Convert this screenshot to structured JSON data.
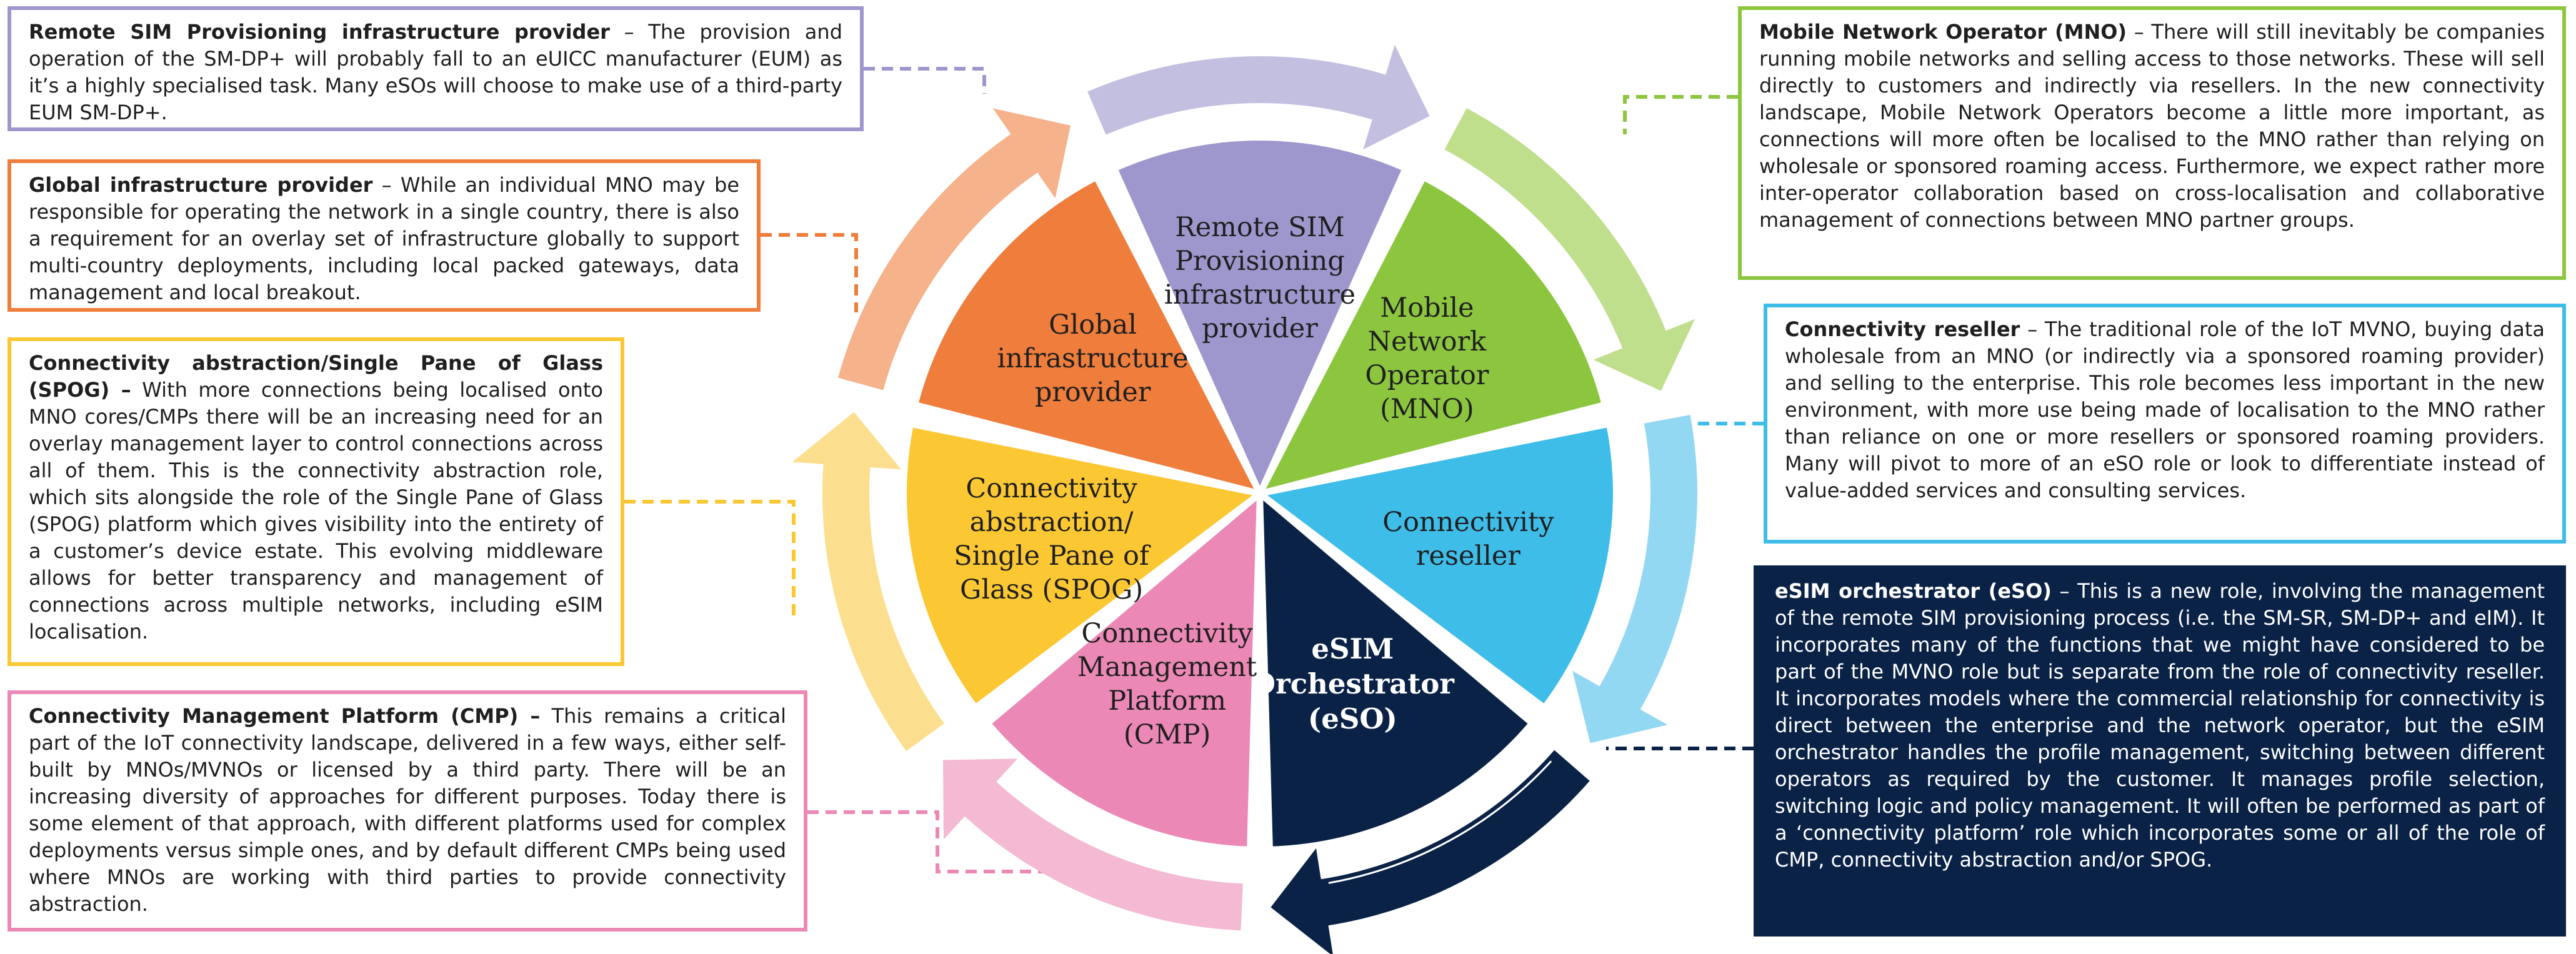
{
  "segments": [
    {
      "id": "rsp",
      "label": [
        "Remote SIM",
        "Provisioning",
        "infrastructure",
        "provider"
      ],
      "fill": "#9e97cd",
      "arrow": "#c3bfe0",
      "text": "#1f1f1f",
      "bold": false
    },
    {
      "id": "mno",
      "label": [
        "Mobile",
        "Network",
        "Operator",
        "(MNO)"
      ],
      "fill": "#8cc63f",
      "arrow": "#bfdf8c",
      "text": "#1f1f1f",
      "bold": false
    },
    {
      "id": "reseller",
      "label": [
        "Connectivity",
        "reseller"
      ],
      "fill": "#3fbde9",
      "arrow": "#93d8f3",
      "text": "#1f1f1f",
      "bold": false
    },
    {
      "id": "eso",
      "label": [
        "eSIM",
        "Orchestrator",
        "(eSO)"
      ],
      "fill": "#0b2247",
      "arrow": "#0b2247",
      "text": "#ffffff",
      "bold": true
    },
    {
      "id": "cmp",
      "label": [
        "Connectivity",
        "Management",
        "Platform",
        "(CMP)"
      ],
      "fill": "#ec88b6",
      "arrow": "#f4b9d3",
      "text": "#1f1f1f",
      "bold": false
    },
    {
      "id": "spog",
      "label": [
        "Connectivity",
        "abstraction/",
        "Single Pane of",
        "Glass (SPOG)"
      ],
      "fill": "#fbc733",
      "arrow": "#fcdf8e",
      "text": "#1f1f1f",
      "bold": false
    },
    {
      "id": "global",
      "label": [
        "Global",
        "infrastructure",
        "provider"
      ],
      "fill": "#ef7d3c",
      "arrow": "#f5b28b",
      "text": "#1f1f1f",
      "bold": false
    }
  ],
  "boxes": {
    "rsp": {
      "title": "Remote SIM Provisioning infrastructure provider",
      "body": " – The provision and operation of the SM-DP+ will probably fall to an eUICC manufacturer (EUM) as it’s a highly specialised task. Many eSOs will choose to make use of a third-party EUM SM-DP+.",
      "border": "#9e97cd"
    },
    "global": {
      "title": "Global infrastructure provider",
      "body": " – While an individual MNO may be responsible for operating the network in a single country, there is also a requirement for an overlay set of infrastructure globally to support multi-country deployments, including local packed gateways, data management and local breakout.",
      "border": "#ef7d3c"
    },
    "spog": {
      "title": "Connectivity abstraction/Single Pane of Glass (SPOG) –",
      "body": " With more connections being localised onto MNO cores/CMPs there will be an increasing need for an overlay management layer to control connections across all of them. This is the connectivity abstraction role, which sits alongside the role of the Single Pane of Glass (SPOG) platform which gives visibility into the entirety of a customer’s device estate. This evolving middleware allows for better transparency and management of connections across multiple networks, including eSIM localisation.",
      "border": "#fbc733"
    },
    "cmp": {
      "title": "Connectivity Management Platform (CMP) –",
      "body": " This remains a critical part of the IoT connectivity landscape, delivered in a few ways, either self-built by MNOs/MVNOs or licensed by a third party. There will be an increasing diversity of approaches for different purposes. Today there is some element of that approach, with different platforms used for complex deployments versus simple ones, and by default different CMPs being used where MNOs are working with third parties to provide connectivity abstraction.",
      "border": "#ec88b6"
    },
    "mno": {
      "title": "Mobile Network Operator (MNO)",
      "body": " – There will still inevitably be companies running mobile networks and selling access to those networks. These will sell directly to customers and indirectly via resellers. In the new connectivity landscape, Mobile Network Operators become a little more important, as connections will more often be localised to the MNO rather than relying on wholesale or sponsored roaming access. Furthermore, we expect rather more inter-operator collaboration based on cross-localisation and collaborative management of connections between MNO partner groups.",
      "border": "#8cc63f"
    },
    "reseller": {
      "title": "Connectivity reseller",
      "body": " – The traditional role of the IoT MVNO, buying data wholesale from an MNO (or indirectly via a sponsored roaming provider) and selling to the enterprise. This role becomes less important in the new environment, with more use being made of localisation to the MNO rather than reliance on one or more resellers or sponsored roaming providers. Many will pivot to more of an eSO role or look to differentiate instead of value-added services and consulting services.",
      "border": "#3fbde9"
    },
    "eso": {
      "title": "eSIM orchestrator (eSO)",
      "body": " – This is a new role, involving the management of the remote SIM provisioning process (i.e. the SM-SR, SM-DP+ and eIM). It incorporates many of the functions that we might have considered to be part of the MVNO role but is separate from the role of connectivity reseller. It incorporates models where the commercial relationship for connectivity is direct between the enterprise and the network operator, but the eSIM orchestrator handles the profile management, switching between different operators as required by the customer.  It manages profile selection, switching logic and policy management. It will often be performed as part of a ‘connectivity platform’ role which incorporates some or all of the role of CMP, connectivity abstraction and/or SPOG.",
      "border": "#0b2247"
    }
  }
}
